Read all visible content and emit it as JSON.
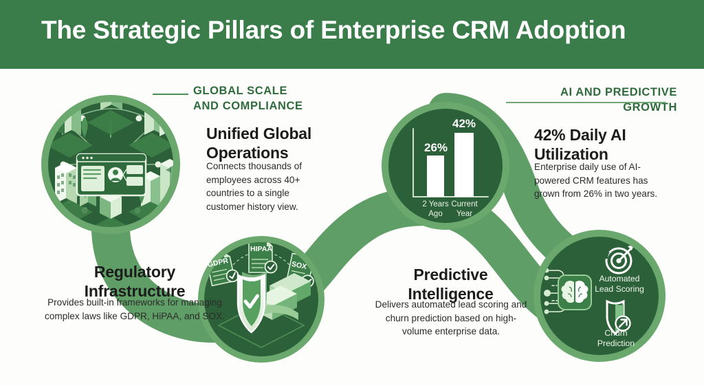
{
  "header": {
    "title": "The Strategic Pillars of Enterprise CRM Adoption",
    "band_color": "#3a7d4a",
    "title_color": "#ffffff"
  },
  "theme": {
    "dark_green": "#2c6038",
    "mid_green": "#4a8f52",
    "ring_green": "#6aa86e",
    "light_green": "#8fc493",
    "pale_green": "#cfe3cd",
    "page_bg": "#fdfdfb",
    "heading_text": "#1c1c1c",
    "body_text": "#2b2b2b",
    "eyebrow_text": "#2f6b3c"
  },
  "sections": {
    "left": {
      "eyebrow": "GLOBAL SCALE\nAND COMPLIANCE",
      "eyebrow_line1": "GLOBAL SCALE",
      "eyebrow_line2": "AND COMPLIANCE"
    },
    "right": {
      "eyebrow": "AI AND PREDICTIVE GROWTH"
    }
  },
  "pillars": [
    {
      "id": "unified-global-operations",
      "title": "Unified Global Operations",
      "body": "Connects thousands of employees across 40+ countries to a single customer history view.",
      "icon": "global-network-buildings-icon"
    },
    {
      "id": "regulatory-infrastructure",
      "title": "Regulatory Infrastructure",
      "body": "Provides built-in frameworks for managing complex laws like GDPR, HiPAA, and SOX.",
      "icon": "compliance-shield-icon"
    },
    {
      "id": "daily-ai-utilization",
      "title": "42% Daily AI Utilization",
      "body": "Enterprise daily use of AI-powered CRM features has grown from 26% in two years.",
      "icon": "bar-chart-icon"
    },
    {
      "id": "predictive-intelligence",
      "title": "Predictive Intelligence",
      "body": "Delivers automated lead scoring and churn prediction based on high-volume enterprise data.",
      "icon": "ai-brain-icon"
    }
  ],
  "compliance_badges": [
    {
      "label": "GDPR"
    },
    {
      "label": "HIPAA"
    },
    {
      "label": "SOX"
    }
  ],
  "ai_features": [
    {
      "label": "Automated Lead Scoring",
      "line1": "Automated",
      "line2": "Lead Scoring",
      "icon": "target-icon"
    },
    {
      "label": "Churn Prediction",
      "line1": "Churn",
      "line2": "Prediction",
      "icon": "shield-arrow-up-icon"
    }
  ],
  "chart_data": {
    "type": "bar",
    "title": "",
    "categories": [
      "2 Years Ago",
      "Current Year"
    ],
    "category_lines": [
      [
        "2 Years",
        "Ago"
      ],
      [
        "Current",
        "Year"
      ]
    ],
    "values": [
      26,
      42
    ],
    "value_labels": [
      "26%",
      "42%"
    ],
    "xlabel": "",
    "ylabel": "",
    "ylim": [
      0,
      50
    ],
    "grid": false,
    "legend": false,
    "bar_color": "#ffffff",
    "axis_color": "#cfe0cc",
    "background": "#2c6038"
  }
}
